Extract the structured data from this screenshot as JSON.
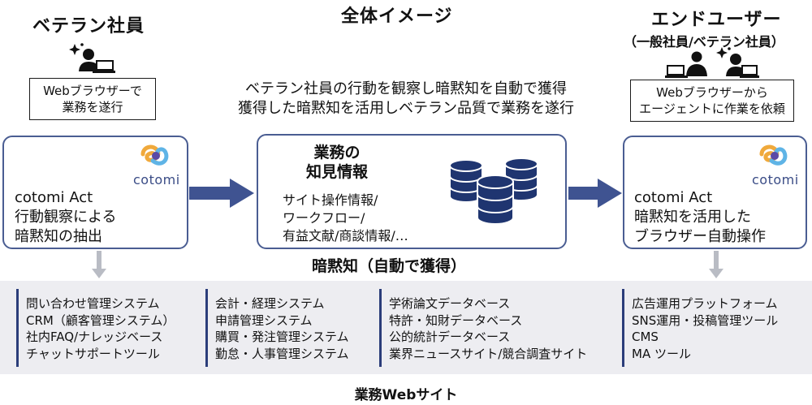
{
  "left": {
    "title": "ベテラン社員",
    "box_line1": "Webブラウザーで",
    "box_line2": "業務を遂行",
    "card_line1": "cotomi Act",
    "card_line2": "行動観察による",
    "card_line3": "暗黙知の抽出",
    "logo_text": "cotomi"
  },
  "center": {
    "title": "全体イメージ",
    "desc_line1": "ベテラン社員の行動を観察し暗黙知を自動で獲得",
    "desc_line2": "獲得した暗黙知を活用しベテラン品質で業務を遂行",
    "card_title1": "業務の",
    "card_title2": "知見情報",
    "card_item1": "サイト操作情報/",
    "card_item2": "ワークフロー/",
    "card_item3": "有益文献/商談情報/…",
    "caption": "暗黙知（自動で獲得）"
  },
  "right": {
    "title": "エンドユーザー",
    "subtitle": "（一般社員/ベテラン社員）",
    "box_line1": "Webブラウザーから",
    "box_line2": "エージェントに作業を依頼",
    "card_line1": "cotomi Act",
    "card_line2": "暗黙知を活用した",
    "card_line3": "ブラウザー自動操作",
    "logo_text": "cotomi"
  },
  "sites": {
    "col1": [
      "問い合わせ管理システム",
      "CRM（顧客管理システム）",
      "社内FAQ/ナレッジベース",
      "チャットサポートツール"
    ],
    "col2": [
      "会計・経理システム",
      "申請管理システム",
      "購買・発注管理システム",
      "勤怠・人事管理システム"
    ],
    "col3": [
      "学術論文データベース",
      "特許・知財データベース",
      "公的統計データベース",
      "業界ニュースサイト/競合調査サイト"
    ],
    "col4": [
      "広告運用プラットフォーム",
      "SNS運用・投稿管理ツール",
      "CMS",
      "MA ツール"
    ],
    "title": "業務Webサイト"
  },
  "colors": {
    "accent": "#4a5d92",
    "arrow": "#3f5391",
    "band": "#ededf1",
    "db": "#1f3570"
  }
}
